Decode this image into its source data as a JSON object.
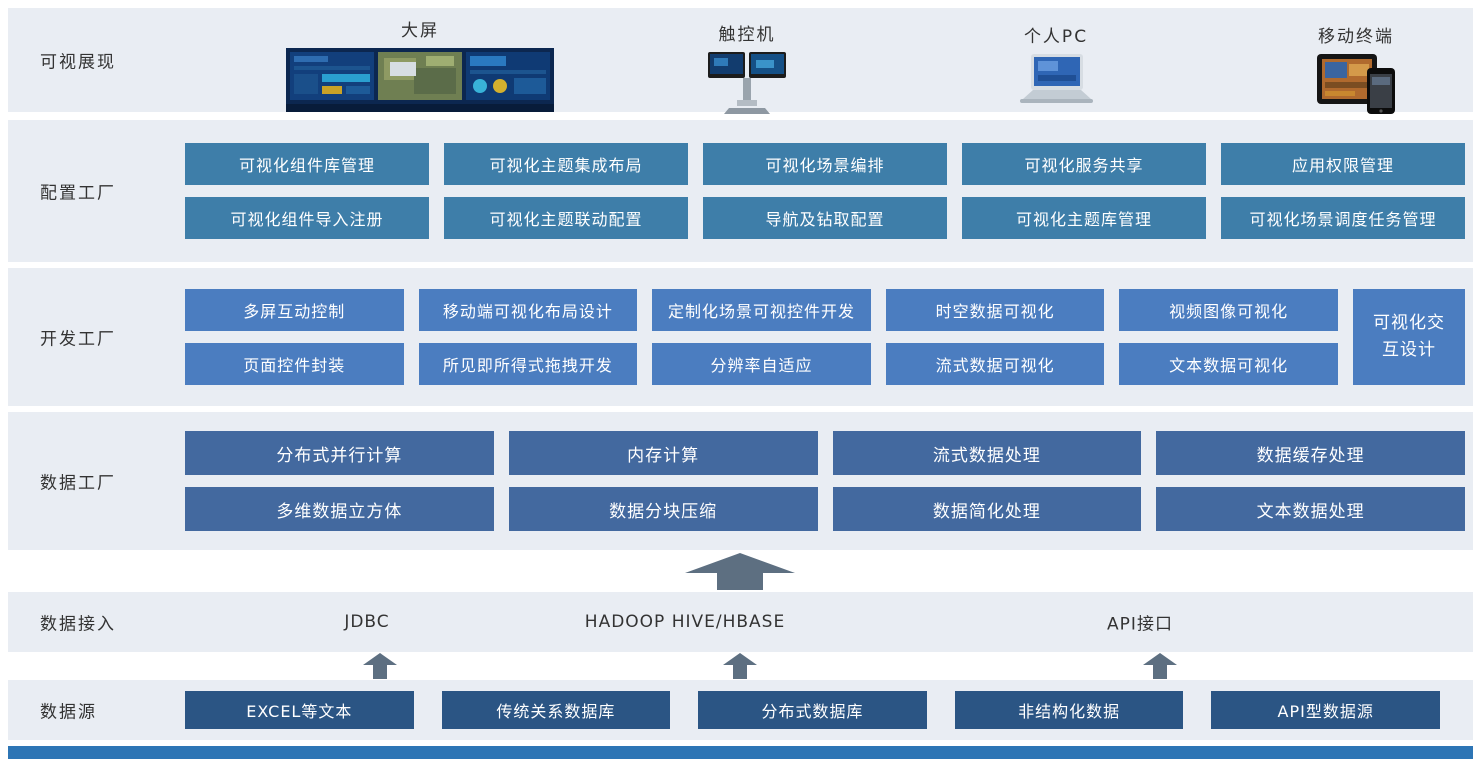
{
  "layers": {
    "display": {
      "label": "可视展现",
      "devices": [
        {
          "name": "大屏"
        },
        {
          "name": "触控机"
        },
        {
          "name": "个人PC"
        },
        {
          "name": "移动终端"
        }
      ]
    },
    "config_factory": {
      "label": "配置工厂",
      "row1": [
        "可视化组件库管理",
        "可视化主题集成布局",
        "可视化场景编排",
        "可视化服务共享",
        "应用权限管理"
      ],
      "row2": [
        "可视化组件导入注册",
        "可视化主题联动配置",
        "导航及钻取配置",
        "可视化主题库管理",
        "可视化场景调度任务管理"
      ]
    },
    "dev_factory": {
      "label": "开发工厂",
      "row1": [
        "多屏互动控制",
        "移动端可视化布局设计",
        "定制化场景可视控件开发",
        "时空数据可视化",
        "视频图像可视化"
      ],
      "row2": [
        "页面控件封装",
        "所见即所得式拖拽开发",
        "分辨率自适应",
        "流式数据可视化",
        "文本数据可视化"
      ],
      "tall": "可视化交互设计"
    },
    "data_factory": {
      "label": "数据工厂",
      "row1": [
        "分布式并行计算",
        "内存计算",
        "流式数据处理",
        "数据缓存处理"
      ],
      "row2": [
        "多维数据立方体",
        "数据分块压缩",
        "数据简化处理",
        "文本数据处理"
      ]
    },
    "data_access": {
      "label": "数据接入",
      "items": [
        "JDBC",
        "HADOOP HIVE/HBASE",
        "API接口"
      ]
    },
    "data_source": {
      "label": "数据源",
      "items": [
        "EXCEL等文本",
        "传统关系数据库",
        "分布式数据库",
        "非结构化数据",
        "API型数据源"
      ]
    }
  },
  "colors": {
    "section_bg": "#e9edf3",
    "config_btn": "#3e7ea9",
    "dev_btn": "#4b7dc0",
    "data_btn": "#43699f",
    "source_btn": "#2b5584",
    "arrow": "#5d6f81",
    "bottom_bar": "#2d75b5",
    "label_text": "#333333",
    "button_text": "#ffffff"
  }
}
